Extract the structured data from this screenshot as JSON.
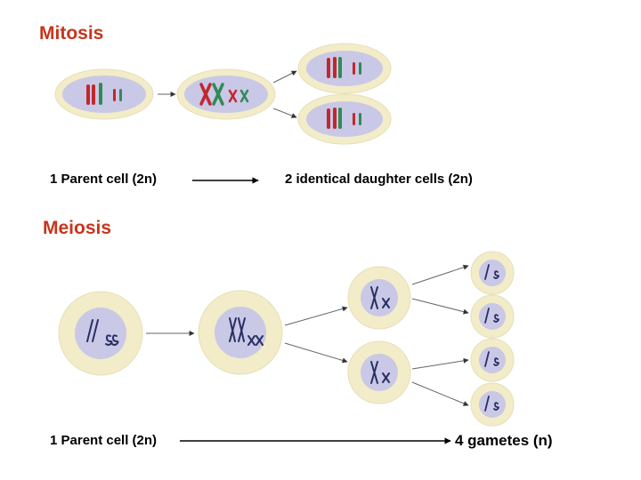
{
  "mitosis": {
    "title": "Mitosis",
    "parent_label": "1 Parent cell (2n)",
    "result_label": "2 identical daughter cells (2n)"
  },
  "meiosis": {
    "title": "Meiosis",
    "parent_label": "1 Parent cell (2n)",
    "result_label": "4 gametes (n)"
  },
  "colors": {
    "title": "#c8341c",
    "cell_outer": "#f2ecc8",
    "cell_nucleus": "#c9c8e6",
    "chrom_red": "#c2272d",
    "chrom_green": "#2e8b57",
    "chrom_dark": "#2a2f63",
    "arrow": "#333333"
  }
}
